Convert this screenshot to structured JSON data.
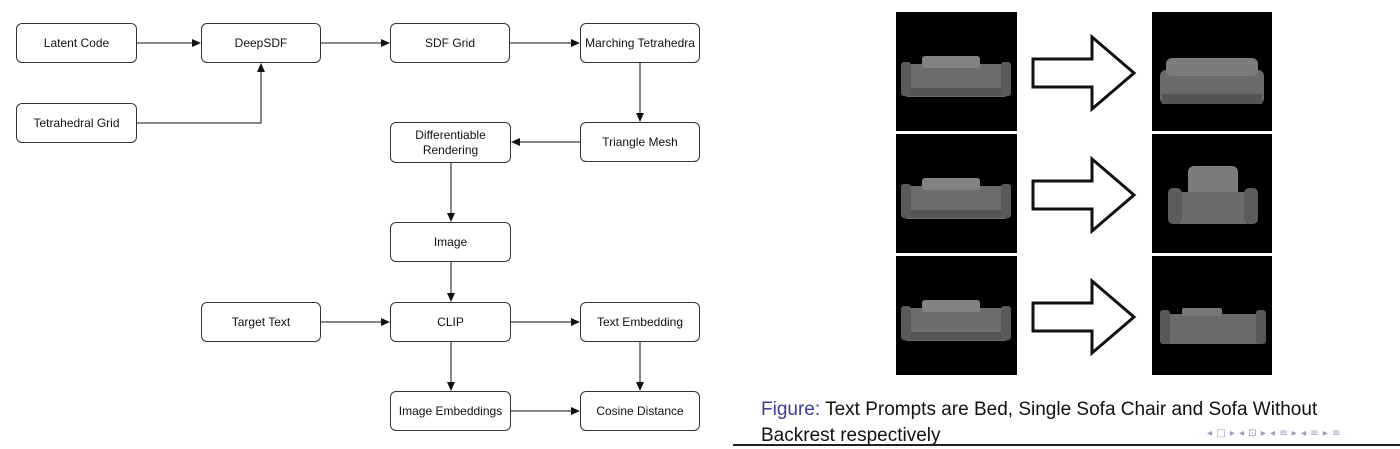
{
  "nodes": {
    "latent_code": "Latent Code",
    "deepsdf": "DeepSDF",
    "sdf_grid": "SDF Grid",
    "marching_tetrahedra": "Marching Tetrahedra",
    "tetrahedral_grid": "Tetrahedral Grid",
    "differentiable_rendering": [
      "Differentiable",
      "Rendering"
    ],
    "triangle_mesh": "Triangle Mesh",
    "image": "Image",
    "target_text": "Target Text",
    "clip": "CLIP",
    "text_embedding": "Text Embedding",
    "image_embeddings": "Image Embeddings",
    "cosine_distance": "Cosine Distance"
  },
  "figure": {
    "rows": [
      {
        "before": "sofa",
        "after": "bed"
      },
      {
        "before": "sofa",
        "after": "single sofa chair"
      },
      {
        "before": "sofa",
        "after": "sofa without backrest"
      }
    ],
    "caption_label": "Figure:",
    "caption_text": "Text Prompts are Bed, Single Sofa Chair and Sofa Without Backrest respectively"
  },
  "nav_icons": [
    "frame-prev-icon",
    "subsection-nav-icon",
    "section-nav-icon",
    "search-icon"
  ],
  "colors": {
    "caption_label": "#3b3b9c",
    "nav_glyphs": "#9a9ac0"
  }
}
